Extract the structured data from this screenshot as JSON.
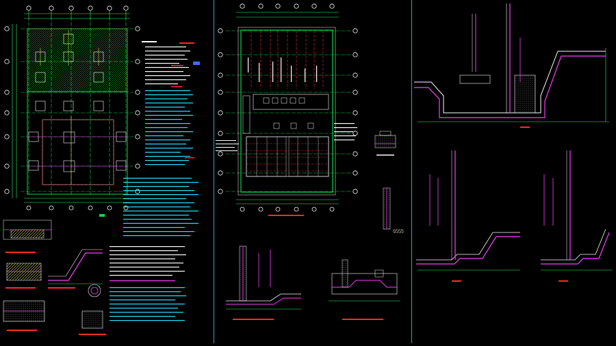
{
  "view": {
    "background": "#000000",
    "panel_border_color": "#2aa7c7"
  },
  "colors": {
    "axis_green": "#00d84a",
    "grid_red": "#ff2b2b",
    "text_white": "#ffffff",
    "text_cyan": "#22e7ff",
    "section_magenta": "#ff3dff",
    "dimension_green": "#33ff66",
    "axis_bubble": "#ffffff",
    "yellow": "#ffff33",
    "blue": "#3b6dff"
  },
  "panels": [
    {
      "name": "left-sheet"
    },
    {
      "name": "middle-sheet"
    },
    {
      "name": "right-sheet"
    }
  ],
  "icons": [
    "axis-bubble-icon",
    "section-mark-icon",
    "north-arrow-icon"
  ]
}
